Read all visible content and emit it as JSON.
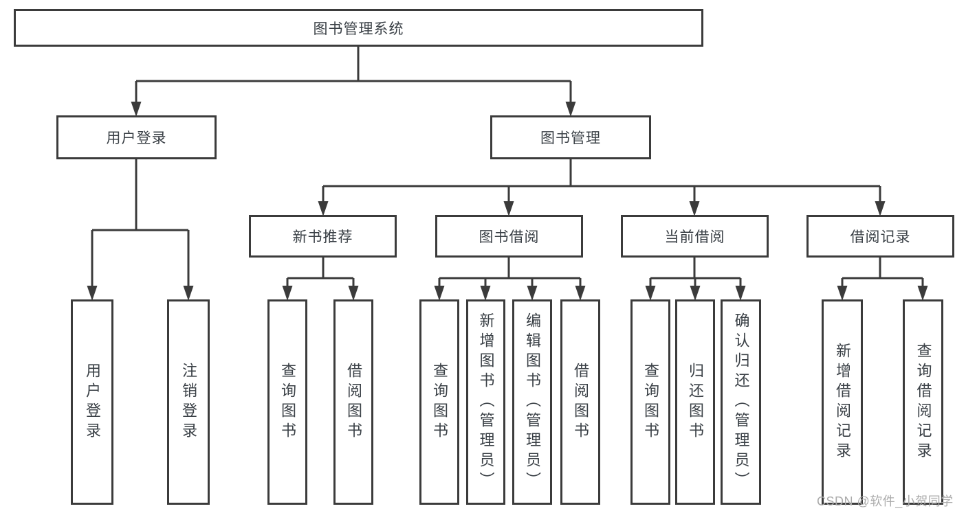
{
  "tree": {
    "label": "图书管理系统",
    "children": [
      {
        "label": "用户登录",
        "children": [
          {
            "label": "用户登录"
          },
          {
            "label": "注销登录"
          }
        ]
      },
      {
        "label": "图书管理",
        "children": [
          {
            "label": "新书推荐",
            "children": [
              {
                "label": "查询图书"
              },
              {
                "label": "借阅图书"
              }
            ]
          },
          {
            "label": "图书借阅",
            "children": [
              {
                "label": "查询图书"
              },
              {
                "label": "新增图书（管理员）"
              },
              {
                "label": "编辑图书（管理员）"
              },
              {
                "label": "借阅图书"
              }
            ]
          },
          {
            "label": "当前借阅",
            "children": [
              {
                "label": "查询图书"
              },
              {
                "label": "归还图书"
              },
              {
                "label": "确认归还（管理员）"
              }
            ]
          },
          {
            "label": "借阅记录",
            "children": [
              {
                "label": "新增借阅记录"
              },
              {
                "label": "查询借阅记录"
              }
            ]
          }
        ]
      }
    ]
  },
  "watermark": "CSDN @软件_小贺同学",
  "colors": {
    "line": "#3b3b3b",
    "text": "#3a4046",
    "watermark": "#ababab",
    "background": "#ffffff"
  }
}
